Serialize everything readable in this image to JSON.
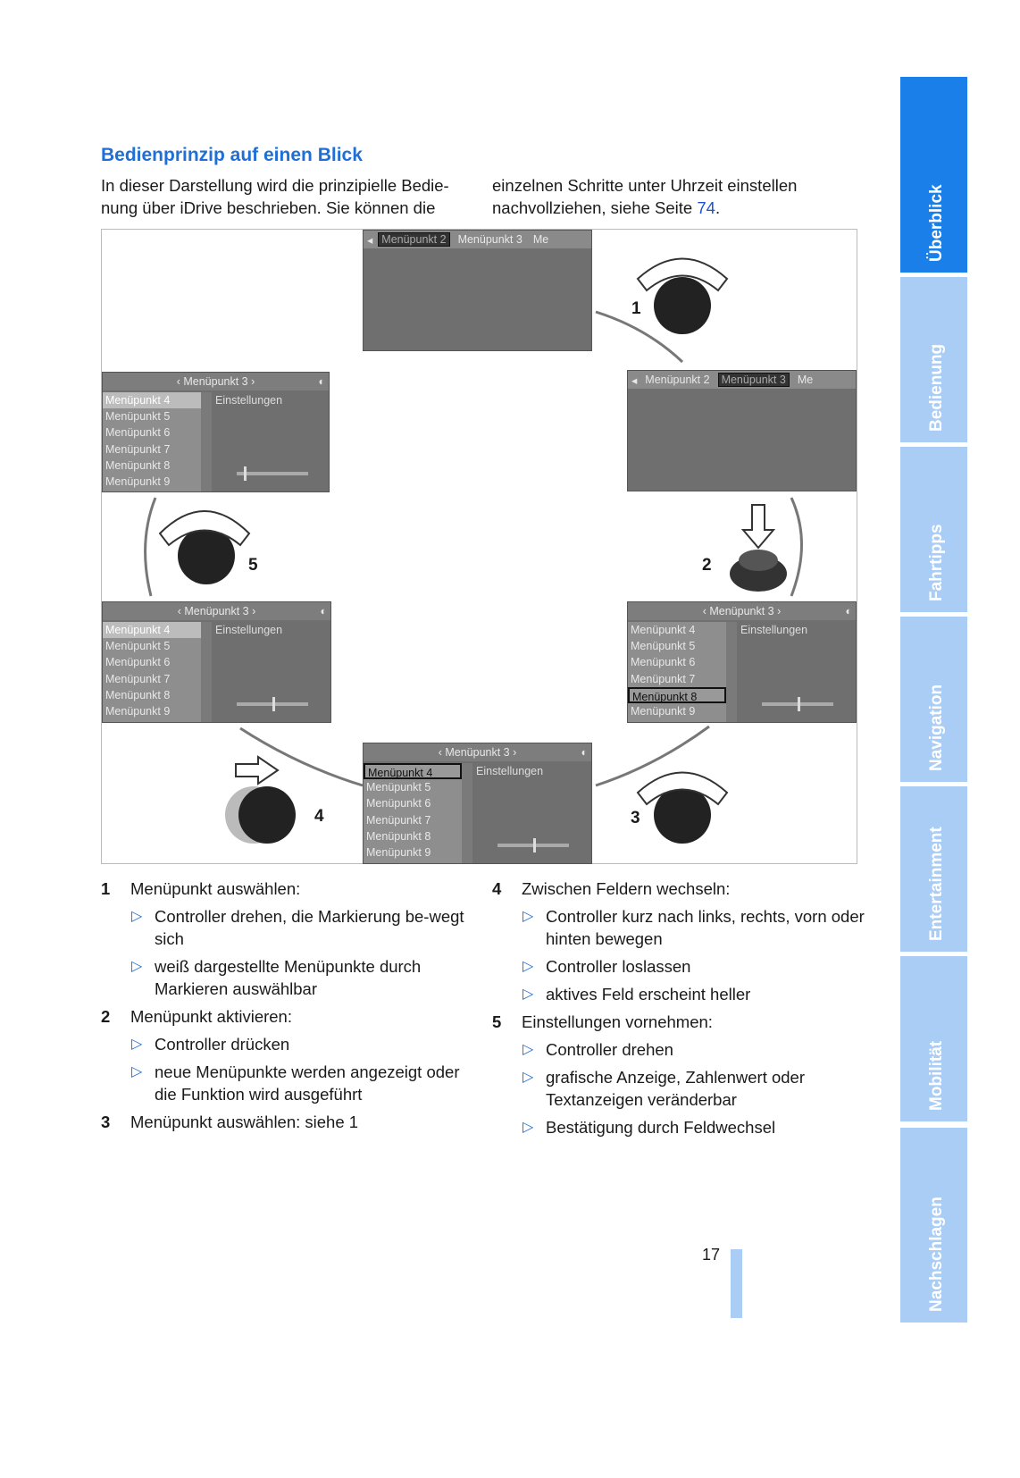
{
  "heading": "Bedienprinzip auf einen Blick",
  "intro": {
    "left": "In dieser Darstellung wird die prinzipielle Bedie-nung über iDrive beschrieben. Sie können die",
    "right_pre": "einzelnen Schritte unter Uhrzeit einstellen nachvollziehen, siehe Seite ",
    "right_link": "74",
    "right_post": "."
  },
  "figure": {
    "screens": [
      {
        "type": "tabs",
        "tabs": [
          "Menüpunkt 2",
          "Menüpunkt 3",
          "Me"
        ],
        "selected": 0
      },
      {
        "type": "tabs",
        "tabs": [
          "Menüpunkt 2",
          "Menüpunkt 3",
          "Me"
        ],
        "selected": 1
      },
      {
        "type": "list",
        "header": "Menüpunkt 3",
        "items": [
          "Menüpunkt 4",
          "Menüpunkt 5",
          "Menüpunkt 6",
          "Menüpunkt 7",
          "Menüpunkt 8",
          "Menüpunkt 9"
        ],
        "selected": 0,
        "style": "sel",
        "settings": "Einstellungen",
        "slider": 0.1
      },
      {
        "type": "list",
        "header": "Menüpunkt 3",
        "items": [
          "Menüpunkt 4",
          "Menüpunkt 5",
          "Menüpunkt 6",
          "Menüpunkt 7",
          "Menüpunkt 8",
          "Menüpunkt 9"
        ],
        "selected": 0,
        "style": "sel",
        "settings": "Einstellungen",
        "slider": 0.5
      },
      {
        "type": "list",
        "header": "Menüpunkt 3",
        "items": [
          "Menüpunkt 4",
          "Menüpunkt 5",
          "Menüpunkt 6",
          "Menüpunkt 7",
          "Menüpunkt 8",
          "Menüpunkt 9"
        ],
        "selected": 4,
        "style": "box",
        "settings": "Einstellungen",
        "slider": 0.5
      },
      {
        "type": "list",
        "header": "Menüpunkt 3",
        "items": [
          "Menüpunkt 4",
          "Menüpunkt 5",
          "Menüpunkt 6",
          "Menüpunkt 7",
          "Menüpunkt 8",
          "Menüpunkt 9"
        ],
        "selected": 0,
        "style": "box",
        "settings": "Einstellungen",
        "slider": 0.5
      }
    ],
    "step_numbers": [
      "1",
      "2",
      "3",
      "4",
      "5"
    ]
  },
  "steps_left": [
    {
      "n": "1",
      "title": "Menüpunkt auswählen:",
      "subs": [
        "Controller drehen, die Markierung be-wegt sich",
        "weiß dargestellte Menüpunkte durch Markieren auswählbar"
      ]
    },
    {
      "n": "2",
      "title": "Menüpunkt aktivieren:",
      "subs": [
        "Controller drücken",
        "neue Menüpunkte werden angezeigt oder die Funktion wird ausgeführt"
      ]
    },
    {
      "n": "3",
      "title": "Menüpunkt auswählen: siehe 1",
      "subs": []
    }
  ],
  "steps_right": [
    {
      "n": "4",
      "title": "Zwischen Feldern wechseln:",
      "subs": [
        "Controller kurz nach links, rechts, vorn oder hinten bewegen",
        "Controller loslassen",
        "aktives Feld erscheint heller"
      ]
    },
    {
      "n": "5",
      "title": "Einstellungen vornehmen:",
      "subs": [
        "Controller drehen",
        "grafische Anzeige, Zahlenwert oder Textanzeigen veränderbar",
        "Bestätigung durch Feldwechsel"
      ]
    }
  ],
  "page_number": "17",
  "side_tabs": [
    "Überblick",
    "Bedienung",
    "Fahrtipps",
    "Navigation",
    "Entertainment",
    "Mobilität",
    "Nachschlagen"
  ],
  "active_tab": 0,
  "colors": {
    "accent": "#1f6fd6",
    "tab_active": "#1a7fe8",
    "tab_inactive": "#a9cdf5"
  }
}
